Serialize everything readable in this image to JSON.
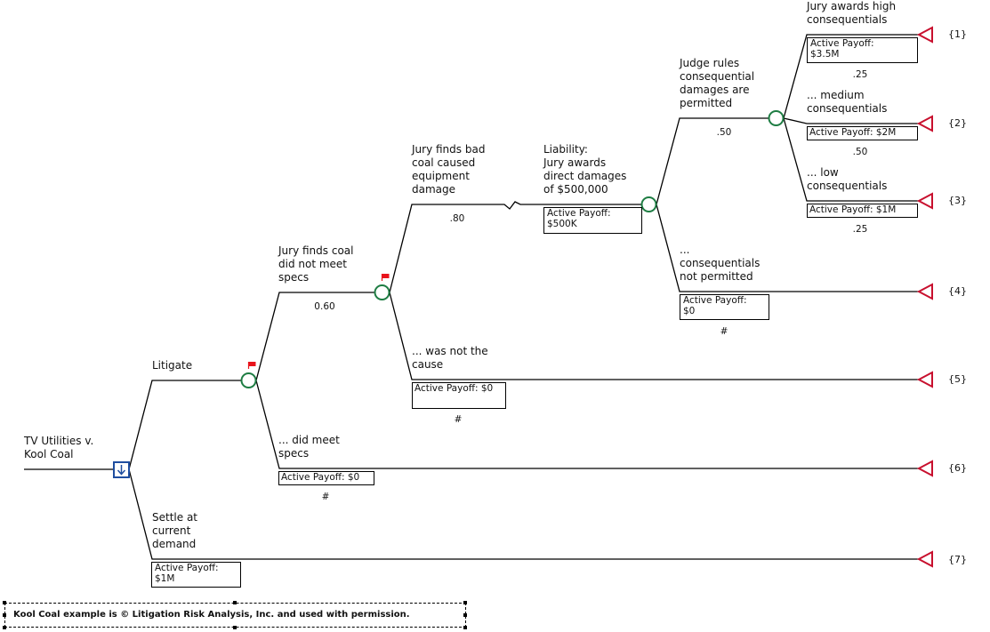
{
  "colors": {
    "line": "#000000",
    "chance_node": "#1e7d43",
    "decision_node": "#1f4ea0",
    "terminal_node": "#c8102e",
    "flag": "#e8131b"
  },
  "root": {
    "title": "TV Utilities v.\nKool Coal",
    "decision_icon": "down-arrow"
  },
  "branches": {
    "litigate": {
      "label": "Litigate"
    },
    "settle": {
      "label": "Settle at\ncurrent\ndemand",
      "payoff": "Active Payoff:\n$1M"
    },
    "not_meet_specs": {
      "label": "Jury finds coal\ndid not meet\nspecs",
      "prob": "0.60"
    },
    "did_meet_specs": {
      "label": "... did meet\nspecs",
      "payoff": "Active Payoff: $0",
      "prob": "#"
    },
    "bad_coal_damage": {
      "label": "Jury finds bad\ncoal caused\nequipment\ndamage",
      "prob": ".80"
    },
    "not_cause": {
      "label": "... was not the\ncause",
      "payoff": "Active Payoff: $0",
      "prob": "#"
    },
    "liability": {
      "label": "Liability:\nJury awards\ndirect damages\nof $500,000",
      "payoff": "Active Payoff:\n$500K"
    },
    "conseq_permitted": {
      "label": "Judge rules\nconsequential\ndamages are\npermitted",
      "prob": ".50"
    },
    "conseq_not_permitted": {
      "label": "...\nconsequentials\nnot permitted",
      "payoff": "Active Payoff:\n$0",
      "prob": "#"
    },
    "high": {
      "label": "Jury awards high\nconsequentials",
      "payoff": "Active Payoff:\n$3.5M",
      "prob": ".25"
    },
    "medium": {
      "label": "... medium\nconsequentials",
      "payoff": "Active Payoff: $2M",
      "prob": ".50"
    },
    "low": {
      "label": "... low\nconsequentials",
      "payoff": "Active Payoff: $1M",
      "prob": ".25"
    }
  },
  "endpoints": [
    "{1}",
    "{2}",
    "{3}",
    "{4}",
    "{5}",
    "{6}",
    "{7}"
  ],
  "footer": {
    "text": "Kool Coal example is © Litigation Risk Analysis, Inc. and used with permission."
  }
}
